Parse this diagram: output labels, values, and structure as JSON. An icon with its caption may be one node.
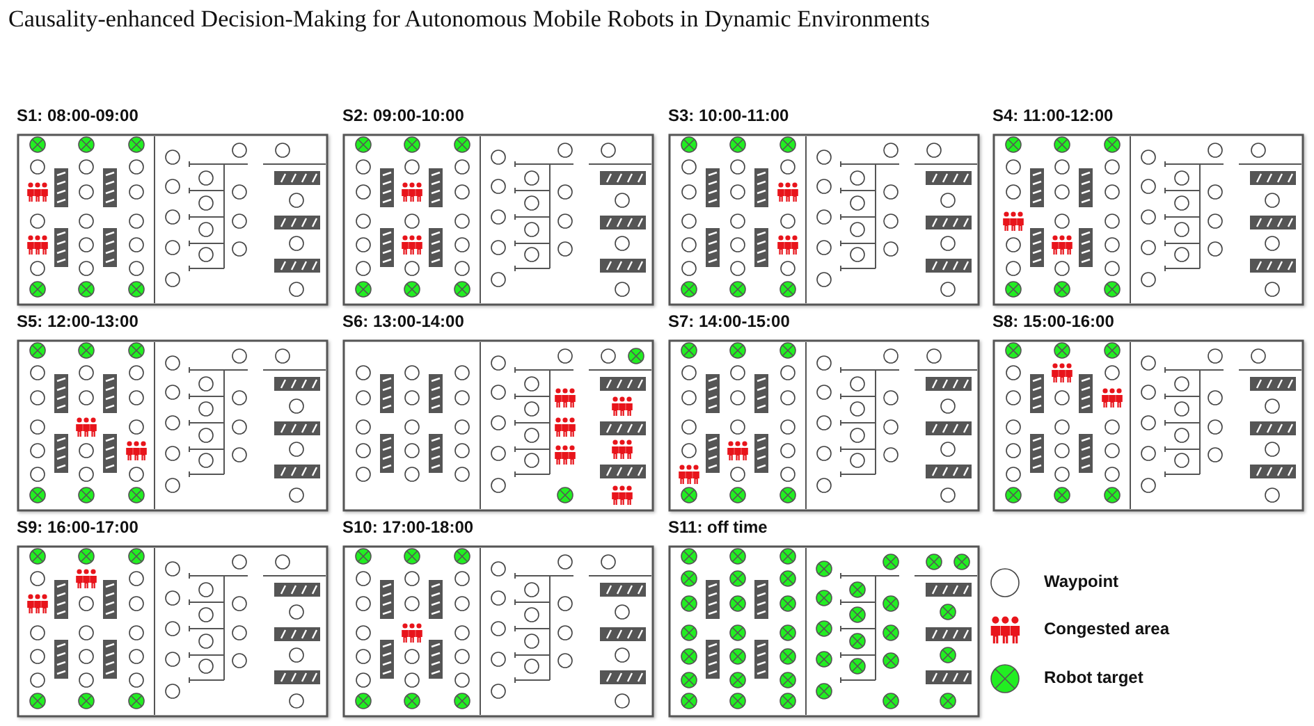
{
  "diagram": {
    "title": "Causality-enhanced Decision-Making for Autonomous Mobile Robots in Dynamic Environments",
    "nodes": [
      {
        "text": [
          "S1: 08:00-09:00"
        ]
      },
      {
        "text": [
          "S2: 09:00-10:00"
        ]
      },
      {
        "text": [
          "S3: 10:00-11:00"
        ]
      },
      {
        "text": [
          "S4: 11:00-12:00"
        ]
      },
      {
        "text": [
          "S5: 12:00-13:00"
        ]
      },
      {
        "text": [
          "S6: 13:00-14:00"
        ]
      },
      {
        "text": [
          "S7: 14:00-15:00"
        ]
      },
      {
        "text": [
          "S8: 15:00-16:00"
        ]
      },
      {
        "text": [
          "S9: 16:00-17:00"
        ]
      },
      {
        "text": [
          "S10: 17:00-18:00"
        ]
      },
      {
        "text": [
          "S11: off time"
        ]
      }
    ],
    "legend": [
      {
        "text": "Waypoint"
      },
      {
        "text": "Congested area"
      },
      {
        "text": "Robot target"
      }
    ]
  }
}
